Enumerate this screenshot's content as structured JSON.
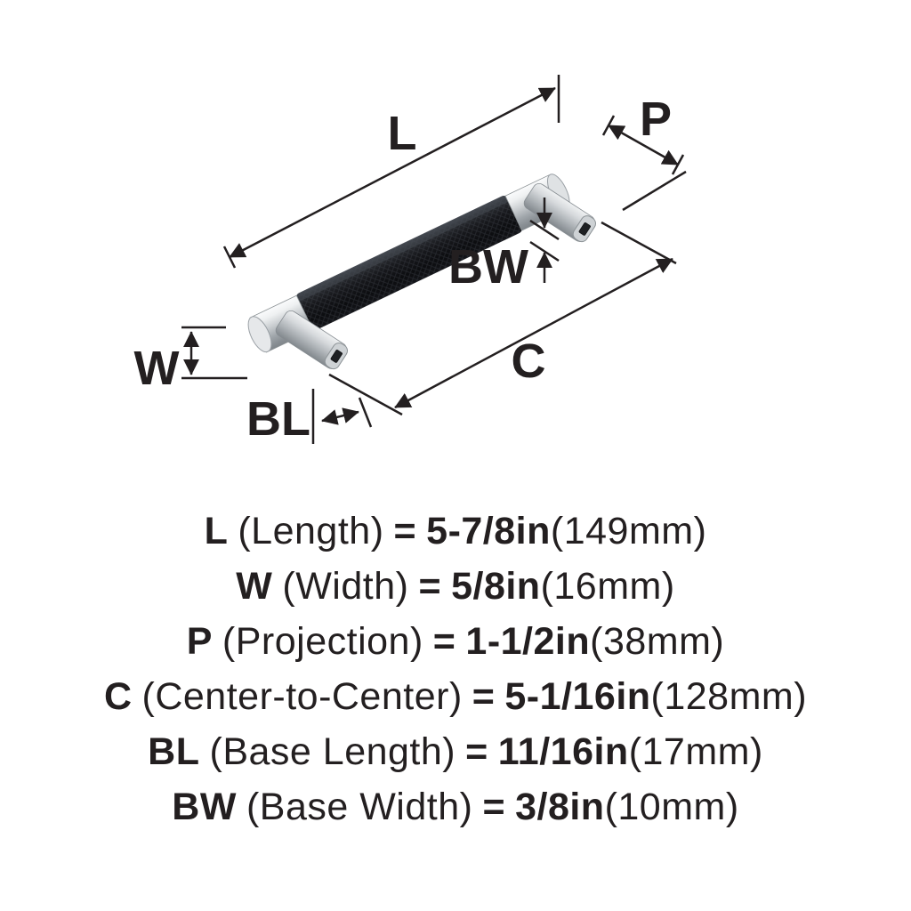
{
  "diagram": {
    "dimension_labels": {
      "L": "L",
      "P": "P",
      "BW": "BW",
      "C": "C",
      "BL": "BL",
      "W": "W"
    },
    "colors": {
      "line": "#231f20",
      "metal_light": "#eff1f2",
      "metal_dark": "#7f858a",
      "grip_black": "#141519"
    }
  },
  "legend": {
    "items": [
      {
        "symbol": "L",
        "name": "(Length)",
        "equals": "=",
        "value": "5-7/8in",
        "metric": "(149mm)"
      },
      {
        "symbol": "W",
        "name": "(Width)",
        "equals": "=",
        "value": "5/8in",
        "metric": "(16mm)"
      },
      {
        "symbol": "P",
        "name": "(Projection)",
        "equals": "=",
        "value": "1-1/2in",
        "metric": "(38mm)"
      },
      {
        "symbol": "C",
        "name": "(Center-to-Center)",
        "equals": "=",
        "value": "5-1/16in",
        "metric": "(128mm)"
      },
      {
        "symbol": "BL",
        "name": "(Base Length)",
        "equals": "=",
        "value": "11/16in",
        "metric": "(17mm)"
      },
      {
        "symbol": "BW",
        "name": "(Base Width)",
        "equals": "=",
        "value": "3/8in",
        "metric": "(10mm)"
      }
    ]
  }
}
